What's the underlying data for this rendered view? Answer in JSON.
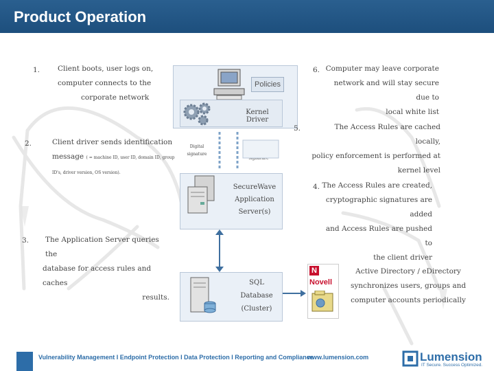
{
  "title": "Product Operation",
  "steps": [
    {
      "num": "1.",
      "line1": "Client boots, user logs on,",
      "line2": "computer connects to the",
      "line3": "corporate network"
    },
    {
      "num": "2.",
      "line1": "Client driver sends identification",
      "line2": "message",
      "small": "( = machine ID, user ID, domain ID, group ID's, driver version, OS version)."
    },
    {
      "num": "3.",
      "line1": "The Application Server queries the",
      "line2": "database for access rules and caches",
      "line3": "results."
    },
    {
      "num": "4.",
      "line1": "The Access Rules are created,",
      "line2": "cryptographic signatures are added",
      "line3": "and Access Rules are pushed to",
      "line4": "the client driver"
    },
    {
      "num": "5.",
      "line1": "The Access Rules are cached locally,",
      "line2": "policy enforcement is performed at",
      "line3": "kernel level"
    },
    {
      "num": "6.",
      "line1": "Computer may leave corporate",
      "line2": "network and will stay secure due to",
      "line3": "local white list"
    }
  ],
  "diagram": {
    "policies": "Policies",
    "kernel_driver": "Kernel Driver",
    "sig_left": "Digital signature",
    "sig_right": "Digital signature",
    "app_server": [
      "SecureWave",
      "Application",
      "Server(s)"
    ],
    "sql": [
      "SQL",
      "Database",
      "(Cluster)"
    ],
    "novell": "Novell",
    "novell_n": "N"
  },
  "active_directory": [
    "Active Directory / eDirectory",
    "synchronizes users, groups and",
    "computer accounts periodically"
  ],
  "footer": {
    "tagline": "Vulnerability Management I Endpoint Protection I Data Protection I Reporting and Compliance",
    "url": "www.lumension.com",
    "brand": "Lumension",
    "brand_sub": "IT Secure. Success Optimized."
  }
}
